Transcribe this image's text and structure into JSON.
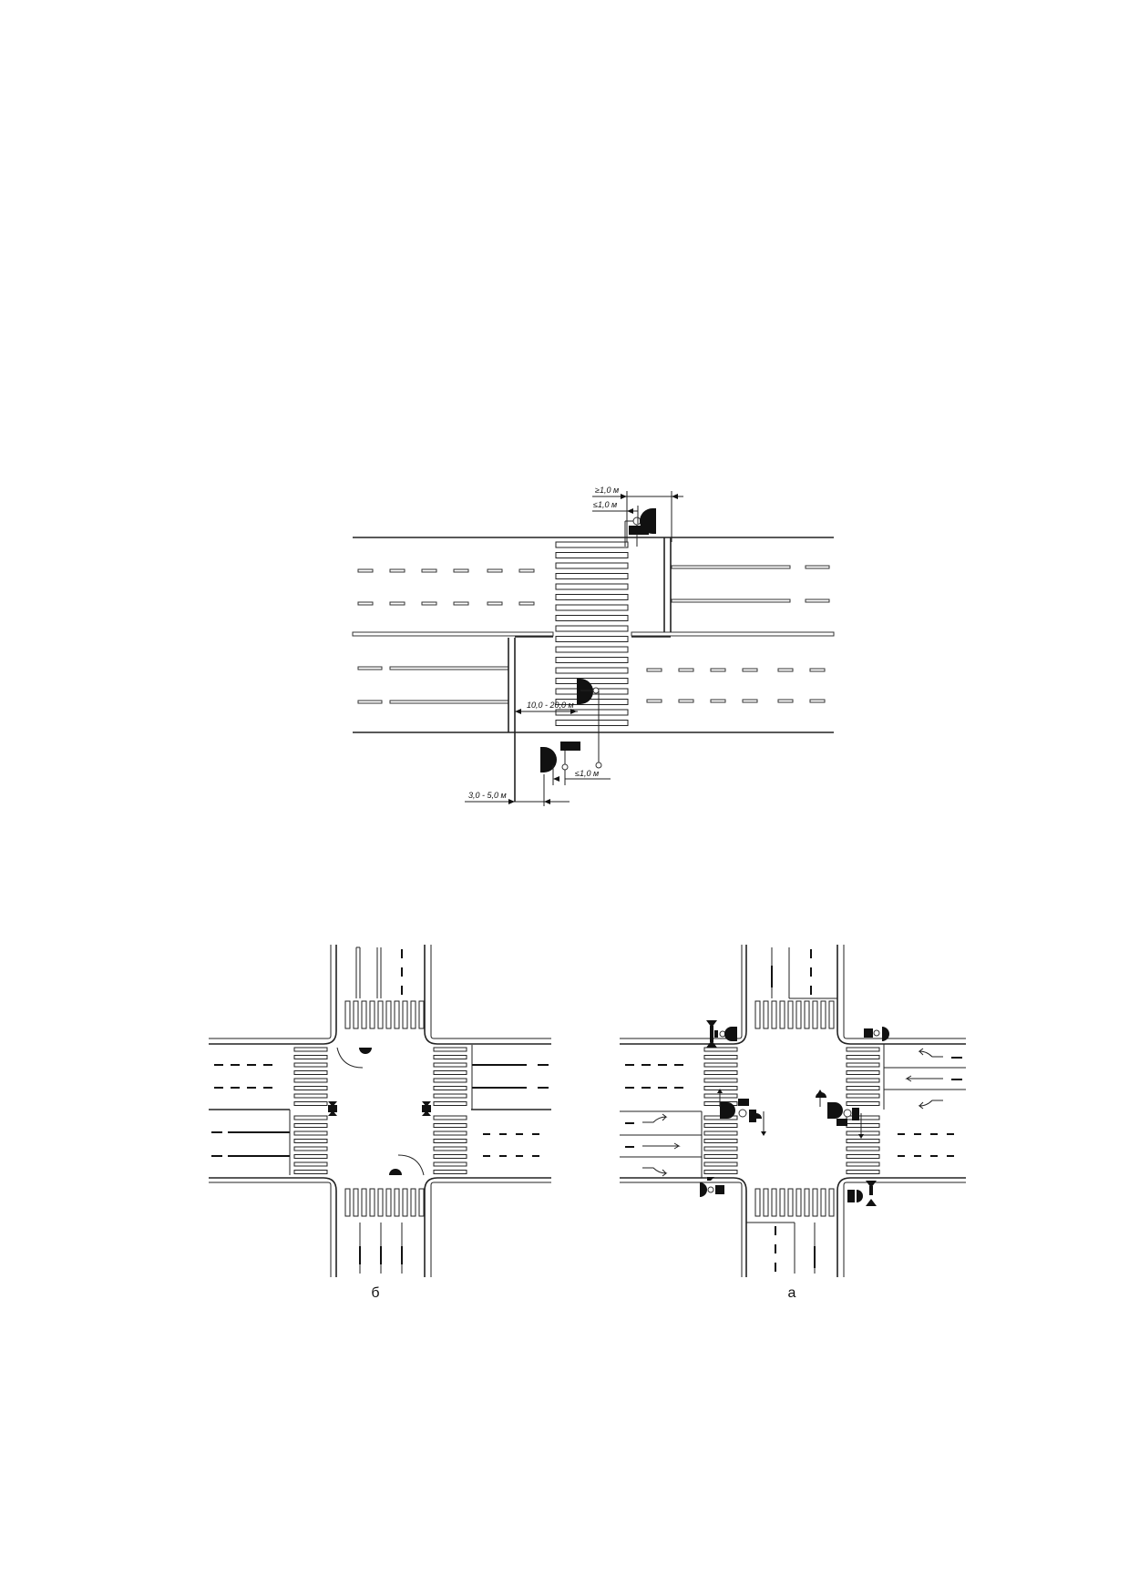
{
  "figure_top": {
    "dimensions": [
      "≥1,0 м",
      "≤1,0 м",
      "10,0 - 20,0 м",
      "≤1,0 м",
      "3,0 - 5,0 м"
    ]
  },
  "figure_left": {
    "caption": "б"
  },
  "figure_right": {
    "caption": "а"
  }
}
